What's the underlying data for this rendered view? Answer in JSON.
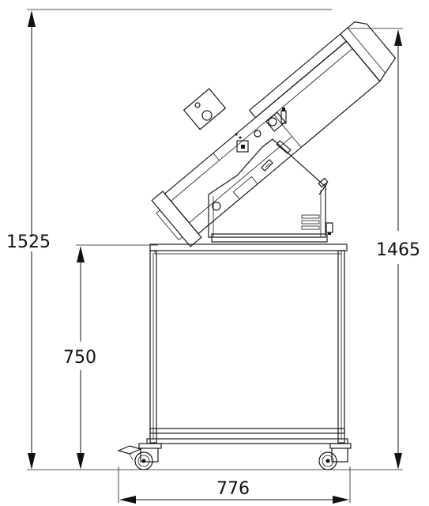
{
  "dimensions": {
    "overall_height": "1525",
    "top_height": "1465",
    "table_height": "750",
    "width": "776"
  },
  "colors": {
    "line": "#1a1a1a",
    "background": "#ffffff"
  }
}
